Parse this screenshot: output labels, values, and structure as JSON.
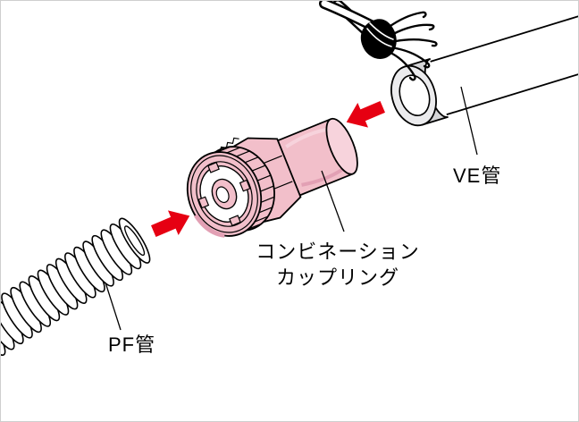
{
  "figure": {
    "type": "assembly-diagram",
    "labels": {
      "ve_pipe": "VE管",
      "coupling_line1": "コンビネーション",
      "coupling_line2": "カップリング",
      "pf_pipe": "PF管"
    },
    "colors": {
      "coupling_pink": "#f2bfca",
      "coupling_pink_light": "#f7d3dc",
      "coupling_pink_dark": "#e2a0b4",
      "collar_gray": "#d5d5d7",
      "mouth_gray": "#ebebed",
      "arrow_red": "#e60012",
      "outline_black": "#000000"
    }
  }
}
